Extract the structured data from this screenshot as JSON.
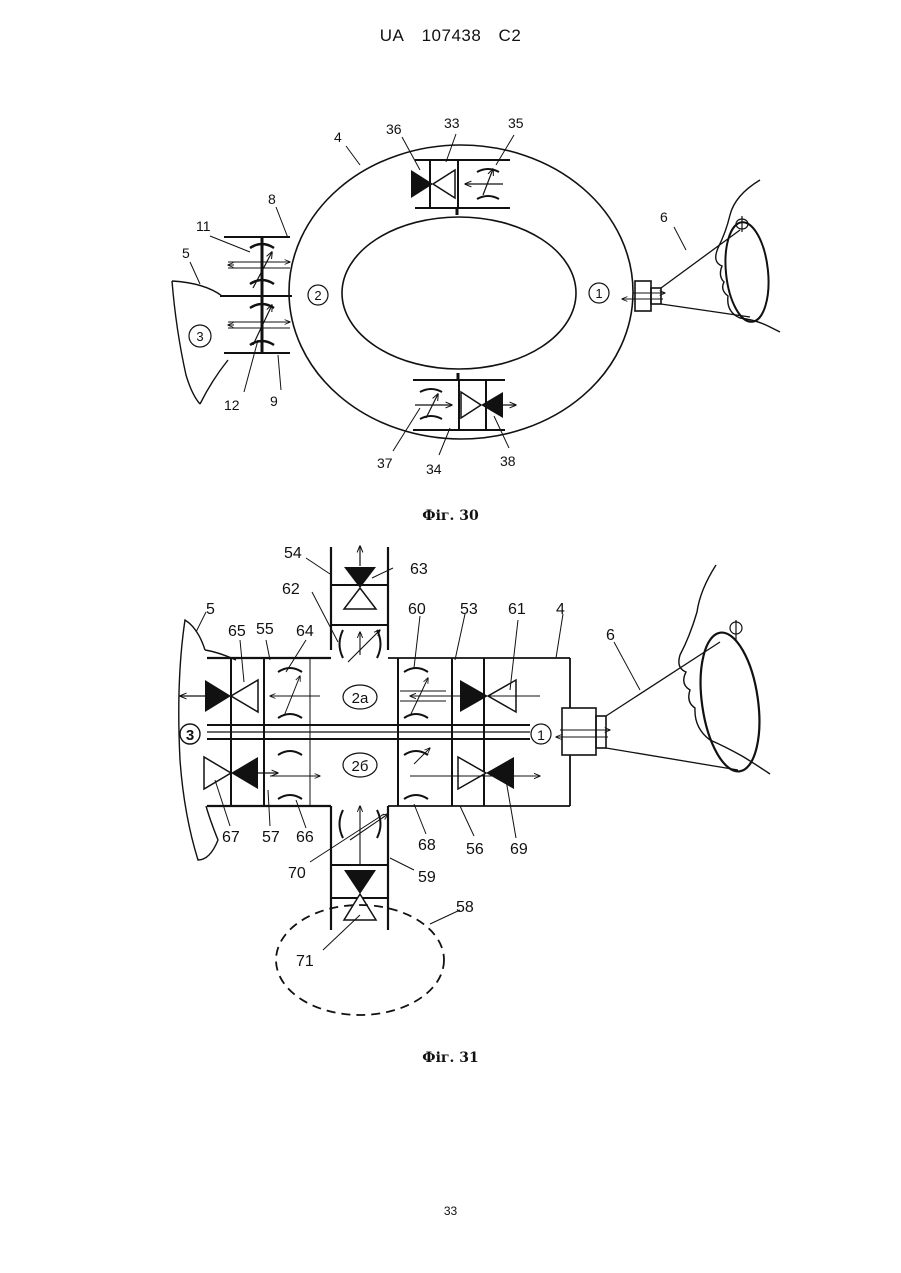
{
  "header": {
    "country": "UA",
    "number": "107438",
    "kind": "C2"
  },
  "fig30": {
    "caption": "Фіг. 30",
    "labels": [
      "4",
      "36",
      "33",
      "35",
      "8",
      "11",
      "5",
      "6",
      "12",
      "9",
      "37",
      "34",
      "38"
    ],
    "circled": [
      "1",
      "2",
      "3"
    ]
  },
  "fig31": {
    "caption": "Фіг. 31",
    "labels": [
      "54",
      "63",
      "62",
      "5",
      "65",
      "55",
      "64",
      "60",
      "53",
      "61",
      "4",
      "6",
      "67",
      "57",
      "66",
      "68",
      "56",
      "69",
      "70",
      "59",
      "58",
      "71"
    ],
    "circled": [
      "1",
      "3"
    ],
    "oval_labels": [
      "2а",
      "2б"
    ]
  },
  "page_number": "33"
}
